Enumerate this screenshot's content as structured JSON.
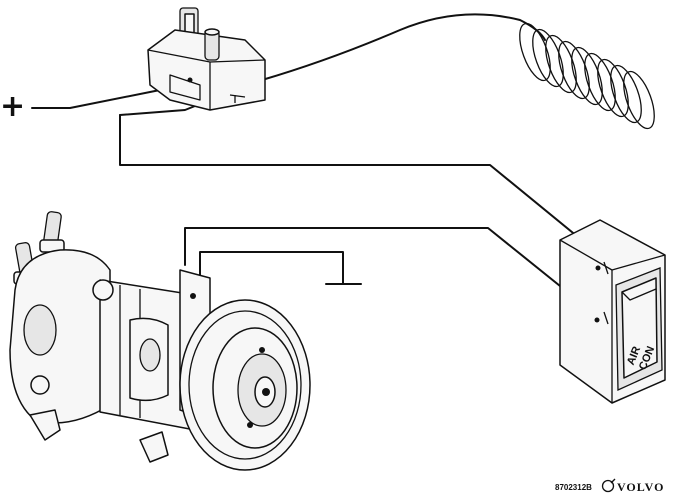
{
  "diagram": {
    "supply_symbol": "+",
    "switch_label_line1": "AIR",
    "switch_label_line2": "CON",
    "figure_code": "8702312B",
    "brand": "VOLVO"
  },
  "icons": {
    "thermostat": "thermostat-switch-icon",
    "sensor": "capillary-coil-icon",
    "switch": "rocker-switch-icon",
    "compressor": "ac-compressor-icon",
    "ground": "ground-symbol-icon",
    "logo": "volvo-logo-icon"
  },
  "colors": {
    "line": "#111111",
    "background": "#ffffff"
  }
}
